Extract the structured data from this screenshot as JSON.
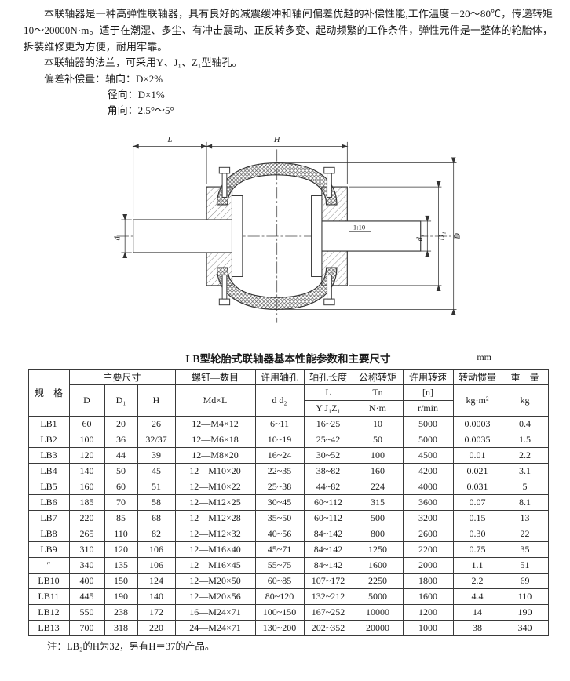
{
  "intro": {
    "para1": "本联轴器是一种高弹性联轴器，具有良好的减震缓冲和轴间偏差优越的补偿性能,工作温度－20～80℃，传递转矩10～20000N·m。适于在潮湿、多尘、有冲击震动、正反转多变、起动频繁的工作条件，弹性元件是一整体的轮胎体，拆装维修更为方便，耐用牢靠。",
    "para2": "本联轴器的法兰，可采用Y、J₁、Z₁型轴孔。",
    "comp_label": "偏差补偿量：",
    "comp_axial": "轴向：D×2%",
    "comp_radial": "径向：D×1%",
    "comp_angular": "角向：2.5°～5°"
  },
  "drawing": {
    "labels": {
      "dim_L": "L",
      "dim_H": "H",
      "dim_d": "d",
      "dim_d1": "d₁",
      "dim_D1": "D₁",
      "dim_D": "D",
      "taper": "1:10"
    }
  },
  "table": {
    "title": "LB型轮胎式联轴器基本性能参数和主要尺寸",
    "unit": "mm",
    "headers": {
      "spec": "规　格",
      "main_dims": "主要尺寸",
      "col_D": "D",
      "col_D1": "D₁",
      "col_H": "H",
      "screw_group": "螺钉—数目",
      "screw_sub": "Md×L",
      "bore_group": "许用轴孔",
      "bore_sub": "d d₂",
      "len_group": "轴孔长度",
      "len_sub1": "L",
      "len_sub2": "Y J₁Z₁",
      "torque_group": "公称转矩",
      "torque_sub1": "Tn",
      "torque_sub2": "N·m",
      "speed_group": "许用转速",
      "speed_sub1": "[n]",
      "speed_sub2": "r/min",
      "inertia_group": "转动惯量",
      "inertia_sub": "kg·m²",
      "weight_group": "重　量",
      "weight_sub": "kg"
    },
    "rows": [
      [
        "LB1",
        "60",
        "20",
        "26",
        "12—M4×12",
        "6~11",
        "16~25",
        "10",
        "5000",
        "0.0003",
        "0.4"
      ],
      [
        "LB2",
        "100",
        "36",
        "32/37",
        "12—M6×18",
        "10~19",
        "25~42",
        "50",
        "5000",
        "0.0035",
        "1.5"
      ],
      [
        "LB3",
        "120",
        "44",
        "39",
        "12—M8×20",
        "16~24",
        "30~52",
        "100",
        "4500",
        "0.01",
        "2.2"
      ],
      [
        "LB4",
        "140",
        "50",
        "45",
        "12—M10×20",
        "22~35",
        "38~82",
        "160",
        "4200",
        "0.021",
        "3.1"
      ],
      [
        "LB5",
        "160",
        "60",
        "51",
        "12—M10×22",
        "25~38",
        "44~82",
        "224",
        "4000",
        "0.031",
        "5"
      ],
      [
        "LB6",
        "185",
        "70",
        "58",
        "12—M12×25",
        "30~45",
        "60~112",
        "315",
        "3600",
        "0.07",
        "8.1"
      ],
      [
        "LB7",
        "220",
        "85",
        "68",
        "12—M12×28",
        "35~50",
        "60~112",
        "500",
        "3200",
        "0.15",
        "13"
      ],
      [
        "LB8",
        "265",
        "110",
        "82",
        "12—M12×32",
        "40~56",
        "84~142",
        "800",
        "2600",
        "0.30",
        "22"
      ],
      [
        "LB9",
        "310",
        "120",
        "106",
        "12—M16×40",
        "45~71",
        "84~142",
        "1250",
        "2200",
        "0.75",
        "35"
      ],
      [
        "″",
        "340",
        "135",
        "106",
        "12—M16×45",
        "55~75",
        "84~142",
        "1600",
        "2000",
        "1.1",
        "51"
      ],
      [
        "LB10",
        "400",
        "150",
        "124",
        "12—M20×50",
        "60~85",
        "107~172",
        "2250",
        "1800",
        "2.2",
        "69"
      ],
      [
        "LB11",
        "445",
        "190",
        "140",
        "12—M20×56",
        "80~120",
        "132~212",
        "5000",
        "1600",
        "4.4",
        "110"
      ],
      [
        "LB12",
        "550",
        "238",
        "172",
        "16—M24×71",
        "100~150",
        "167~252",
        "10000",
        "1200",
        "14",
        "190"
      ],
      [
        "LB13",
        "700",
        "318",
        "220",
        "24—M24×71",
        "130~200",
        "202~352",
        "20000",
        "1000",
        "38",
        "340"
      ]
    ]
  },
  "note": "注：LB₂的H为32，另有H＝37的产品。"
}
